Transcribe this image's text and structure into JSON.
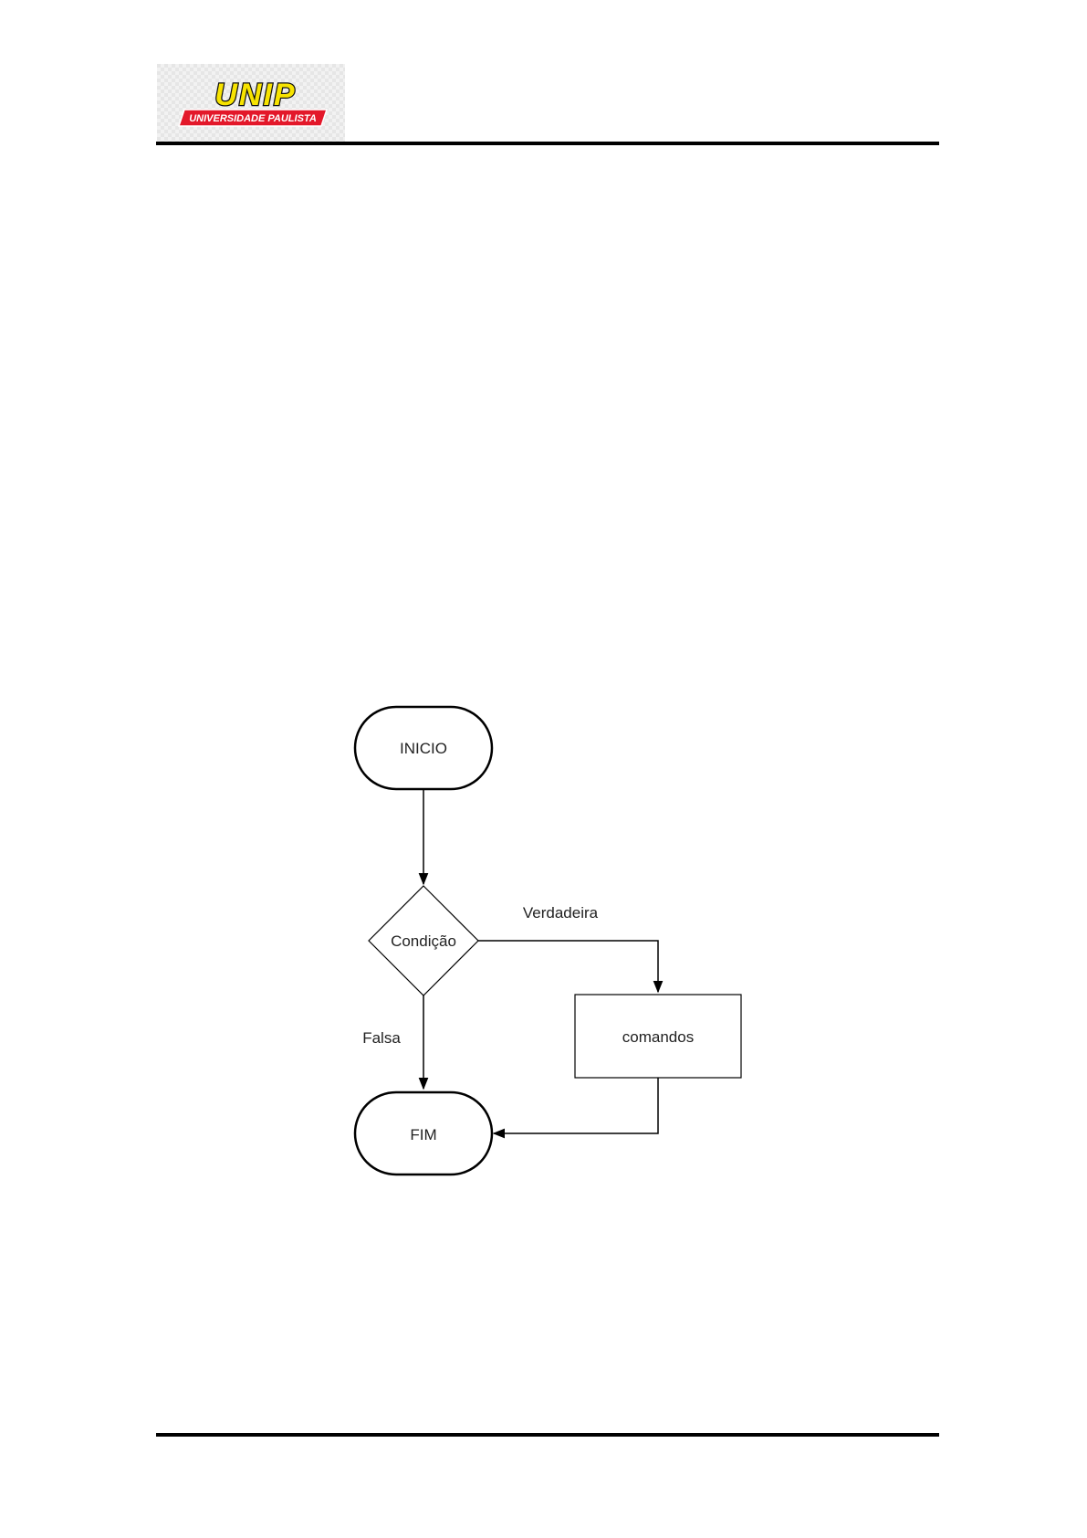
{
  "header": {
    "logo": {
      "wordmark": "UNIP",
      "tagline": "UNIVERSIDADE PAULISTA",
      "colors": {
        "wordmark_fill": "#f7e300",
        "banner_fill": "#e3182a",
        "outline": "#111111"
      }
    }
  },
  "flowchart": {
    "nodes": {
      "start": "INICIO",
      "decision": "Condição",
      "action": "comandos",
      "end": "FIM"
    },
    "edges": {
      "true_label": "Verdadeira",
      "false_label": "Falsa"
    }
  }
}
